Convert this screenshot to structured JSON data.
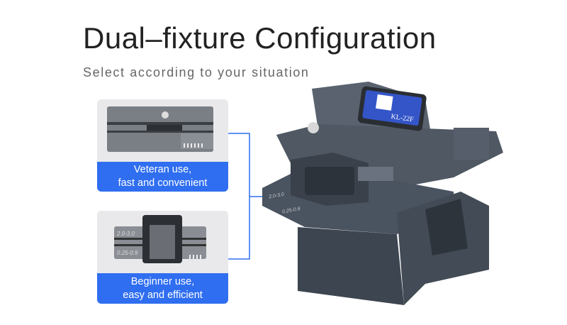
{
  "header": {
    "title": "Dual–fixture Configuration",
    "subtitle": "Select according to your situation"
  },
  "options": [
    {
      "line1": "Veteran use,",
      "line2": "fast and convenient"
    },
    {
      "line1": "Beginner use,",
      "line2": "easy and efficient",
      "fixture_labels": [
        "2.0-3.0",
        "0.25-0.9"
      ]
    }
  ],
  "product": {
    "badge_model": "KL-22F",
    "scale_labels": [
      "2.0-3.0",
      "0.25-0.9"
    ]
  },
  "colors": {
    "accent": "#2f6ef0",
    "machine": "#4a5360"
  }
}
